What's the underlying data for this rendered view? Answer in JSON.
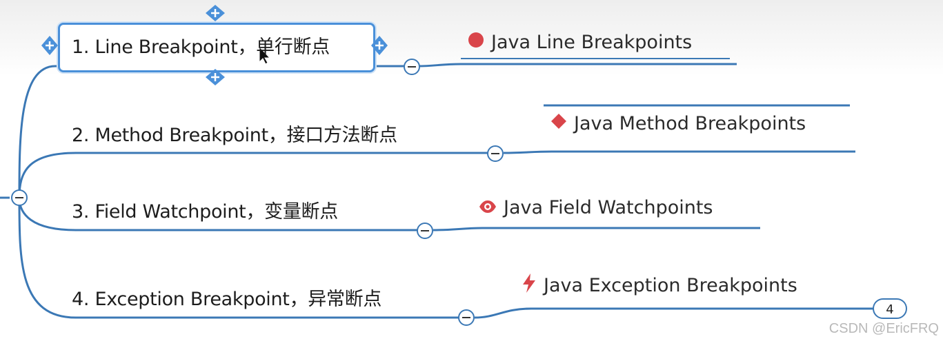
{
  "root_collapse": "−",
  "nodes": [
    {
      "label": "1. Line Breakpoint，单行断点",
      "sub": "Java Line Breakpoints",
      "sub_icon": "red-circle-icon",
      "collapse": "−",
      "selected": true
    },
    {
      "label": "2. Method Breakpoint，接口方法断点",
      "sub": "Java Method Breakpoints",
      "sub_icon": "red-diamond-icon",
      "collapse": "−",
      "selected": false
    },
    {
      "label": "3. Field Watchpoint，变量断点",
      "sub": "Java Field Watchpoints",
      "sub_icon": "eye-icon",
      "collapse": "−",
      "selected": false
    },
    {
      "label": "4. Exception Breakpoint，异常断点",
      "sub": "Java Exception Breakpoints",
      "sub_icon": "lightning-icon",
      "collapse": "−",
      "selected": false
    }
  ],
  "collapsed_count": "4",
  "watermark": "CSDN @EricFRQ",
  "colors": {
    "branch": "#3b78b5",
    "selection": "#4a90d9",
    "icon_red": "#d9454a"
  }
}
